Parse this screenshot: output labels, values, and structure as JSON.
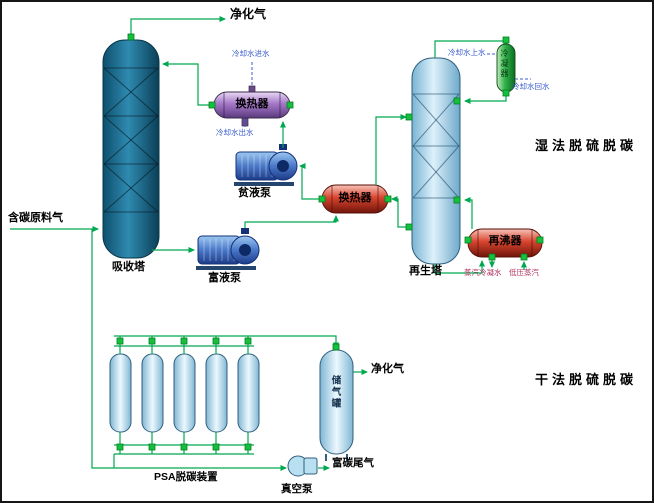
{
  "diagram": {
    "sections": {
      "wet": "湿法脱硫脱碳",
      "dry": "干法脱硫脱碳"
    },
    "streams": {
      "purified_gas_top": "净化气",
      "feed_gas": "含碳原料气",
      "purified_gas_psa": "净化气",
      "rich_tail_gas": "富碳尾气"
    },
    "equipment": {
      "absorber": "吸收塔",
      "heat_exchanger_cooler": "换热器",
      "heat_exchanger_interchange": "换热器",
      "lean_pump": "贫液泵",
      "rich_pump": "富液泵",
      "regenerator": "再生塔",
      "reboiler": "再沸器",
      "condenser": "冷凝器",
      "psa_unit": "PSA脱碳装置",
      "gas_tank": "储气罐",
      "vacuum_pump": "真空泵"
    },
    "utilities": {
      "cooling_water_in": "冷却水进水",
      "cooling_water_out": "冷却水出水",
      "cooling_water_supply": "冷却水上水",
      "cooling_water_return": "冷却水回水",
      "steam_condensate": "蒸汽冷凝水",
      "lp_steam": "低压蒸汽"
    },
    "colors": {
      "flow_line": "#00a84f",
      "cooling_line": "#3b5bd0",
      "steam_label": "#b03060",
      "absorber_shell": "#2f8ab0",
      "regenerator_shell": "#bfe2f2",
      "hot_exchanger": "#d8452f",
      "cool_exchanger": "#a678c8",
      "condenser_shell": "#2fb04a",
      "pump_body": "#4a78c8",
      "psa_column": "#cfeaf8"
    }
  }
}
